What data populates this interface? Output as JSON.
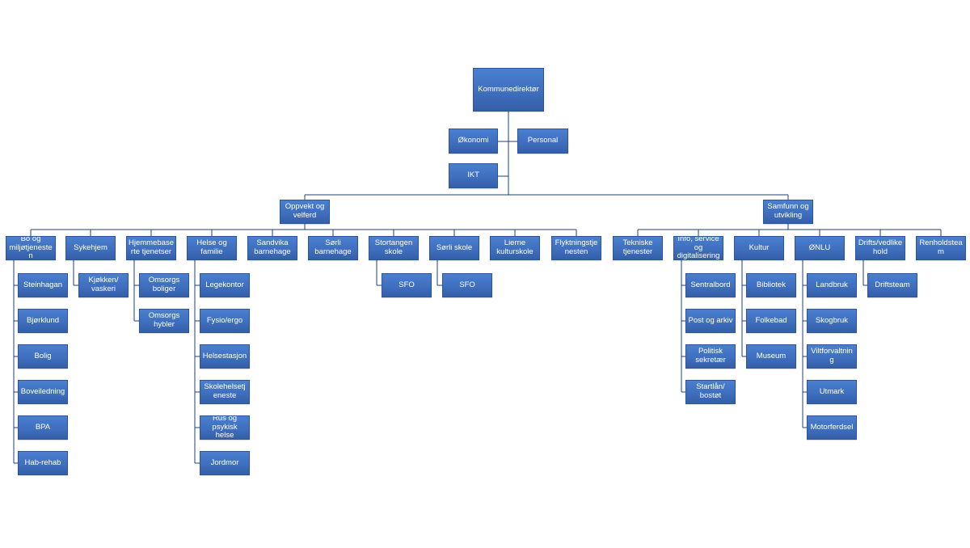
{
  "colors": {
    "box": "#4472c4",
    "box_border": "#2e5597",
    "text": "#ffffff",
    "line": "#1f3f7a"
  },
  "org": {
    "director": "Kommunedirektør",
    "staff": [
      "Økonomi",
      "Personal",
      "IKT"
    ],
    "divisions": [
      {
        "label": "Oppvekt og velferd",
        "units": [
          {
            "label": "Bo og miljøtjenesten",
            "children": [
              "Steinhagan",
              "Bjørklund",
              "Bolig",
              "Boveiledning",
              "BPA",
              "Hab-rehab"
            ]
          },
          {
            "label": "Sykehjem",
            "children": [
              "Kjøkken/ vaskeri"
            ]
          },
          {
            "label": "Hjemmebaserte tjenetser",
            "children": [
              "Omsorgs boliger",
              "Omsorgs hybler"
            ]
          },
          {
            "label": "Helse og familie",
            "children": [
              "Legekontor",
              "Fysio/ergo",
              "Helsestasjon",
              "Skolehelsetjeneste",
              "Rus og psykisk helse",
              "Jordmor"
            ]
          },
          {
            "label": "Sandvika barnehage",
            "children": []
          },
          {
            "label": "Sørli barnehage",
            "children": []
          },
          {
            "label": "Stortangen skole",
            "children": [
              "SFO"
            ]
          },
          {
            "label": "Sørli skole",
            "children": [
              "SFO"
            ]
          },
          {
            "label": "Lierne kulturskole",
            "children": []
          },
          {
            "label": "Flyktningstjenesten",
            "children": []
          }
        ]
      },
      {
        "label": "Samfunn og utvikling",
        "units": [
          {
            "label": "Tekniske tjenester",
            "children": []
          },
          {
            "label": "Info, service og digitalisering",
            "children": [
              "Sentralbord",
              "Post og arkiv",
              "Politisk sekretær",
              "Startlån/ bostøt"
            ]
          },
          {
            "label": "Kultur",
            "children": [
              "Bibliotek",
              "Folkebad",
              "Museum"
            ]
          },
          {
            "label": "ØNLU",
            "children": [
              "Landbruk",
              "Skogbruk",
              "Viltforvaltning",
              "Utmark",
              "Motorferdsel"
            ]
          },
          {
            "label": "Drifts/vedlikehold",
            "children": [
              "Driftsteam"
            ]
          },
          {
            "label": "Renholdsteam",
            "children": []
          }
        ]
      }
    ]
  }
}
